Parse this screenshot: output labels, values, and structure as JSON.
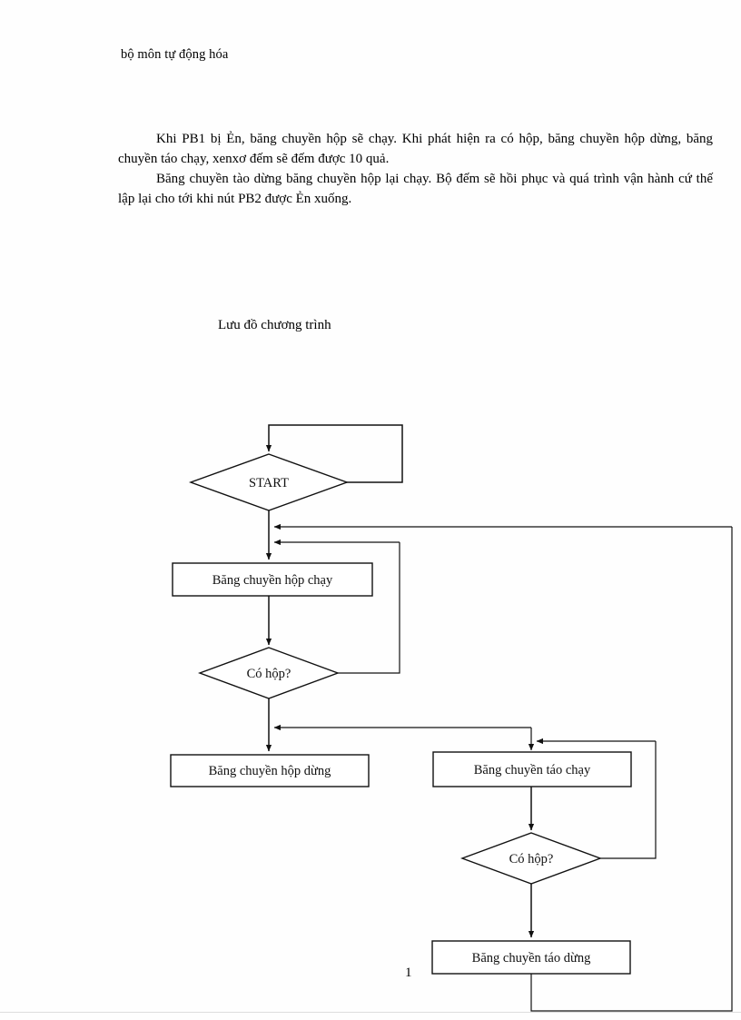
{
  "document": {
    "header": "bộ môn tự động hóa",
    "page_number": "1",
    "paragraphs": [
      "Khi PB1 bị Ẻn, băng chuyền hộp sẽ chạy. Khi phát hiện ra có hộp, băng chuyền hộp dừng, băng chuyền táo chạy, xenxơ đếm sẽ đếm được 10 quả.",
      "Băng chuyền tào dừng băng chuyền hộp lại chạy. Bộ đếm sẽ hồi phục và quá trình vận hành cứ thế lập lại cho tới khi nút PB2 được Ẻn xuống."
    ],
    "flowchart_title": "Lưu đồ chương trình"
  },
  "flowchart": {
    "nodes": [
      {
        "id": "start",
        "type": "decision",
        "label": "START"
      },
      {
        "id": "hop_chay",
        "type": "process",
        "label": "Băng chuyền hộp chạy"
      },
      {
        "id": "co_hop_1",
        "type": "decision",
        "label": "Có hộp?"
      },
      {
        "id": "hop_dung",
        "type": "process",
        "label": "Băng chuyền hộp dừng"
      },
      {
        "id": "tao_chay",
        "type": "process",
        "label": "Băng chuyền táo chạy"
      },
      {
        "id": "co_hop_2",
        "type": "decision",
        "label": "Có hộp?"
      },
      {
        "id": "tao_dung",
        "type": "process",
        "label": "Băng chuyền táo dừng"
      }
    ],
    "colors": {
      "line": "#111111",
      "shape_fill": "#ffffff",
      "text": "#111111"
    }
  }
}
